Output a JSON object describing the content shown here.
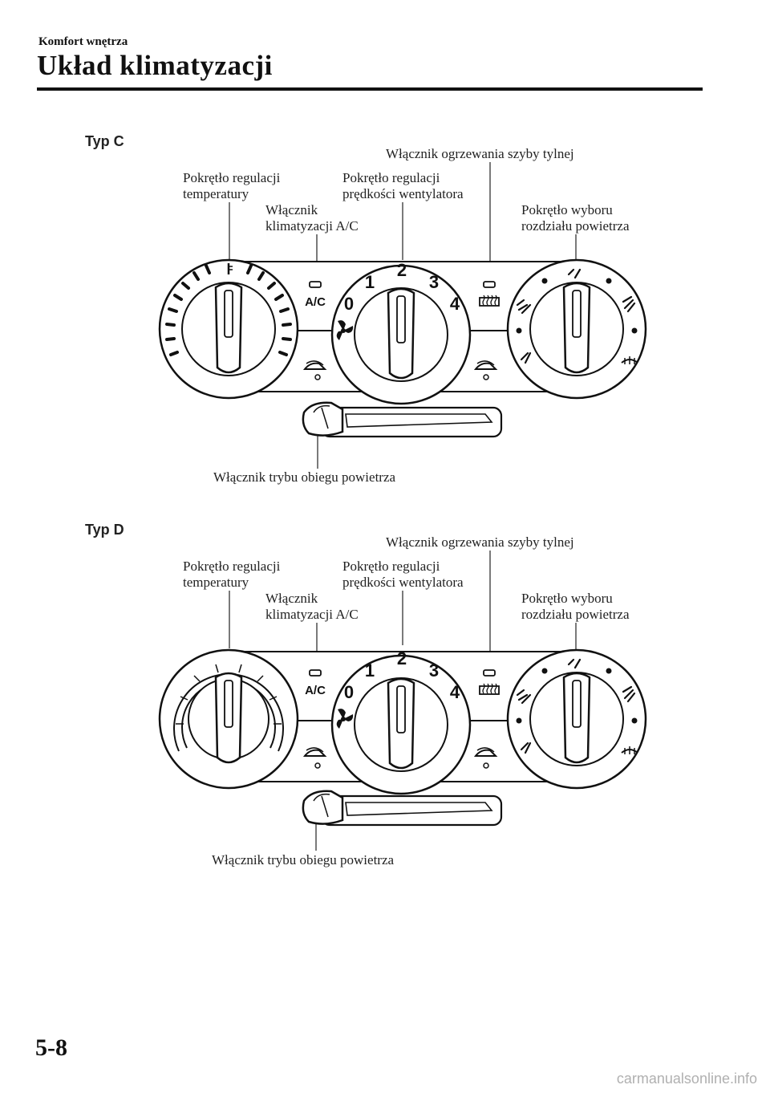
{
  "header": {
    "section": "Komfort wnętrza",
    "title": "Układ klimatyzacji"
  },
  "diagrams": [
    {
      "type_label": "Typ C",
      "callouts": {
        "temperature_knob": "Pokrętło regulacji\ntemperatury",
        "ac_switch": "Włącznik\nklimatyzacji A/C",
        "fan_speed_knob": "Pokrętło regulacji\nprędkości wentylatora",
        "rear_defroster_switch": "Włącznik ogrzewania szyby tylnej",
        "airflow_mode_knob": "Pokrętło wyboru\nrozdziału powietrza",
        "recirculation_lever": "Włącznik trybu obiegu powietrza"
      }
    },
    {
      "type_label": "Typ D",
      "callouts": {
        "temperature_knob": "Pokrętło regulacji\ntemperatury",
        "ac_switch": "Włącznik\nklimatyzacji A/C",
        "fan_speed_knob": "Pokrętło regulacji\nprędkości wentylatora",
        "rear_defroster_switch": "Włącznik ogrzewania szyby tylnej",
        "airflow_mode_knob": "Pokrętło wyboru\nrozdziału powietrza",
        "recirculation_lever": "Włącznik trybu obiegu powietrza"
      }
    }
  ],
  "panel_markings": {
    "ac_label": "A/C",
    "fan_speeds": [
      "0",
      "1",
      "2",
      "3",
      "4"
    ]
  },
  "footer": {
    "page_number": "5-8",
    "watermark": "carmanualsonline.info"
  }
}
